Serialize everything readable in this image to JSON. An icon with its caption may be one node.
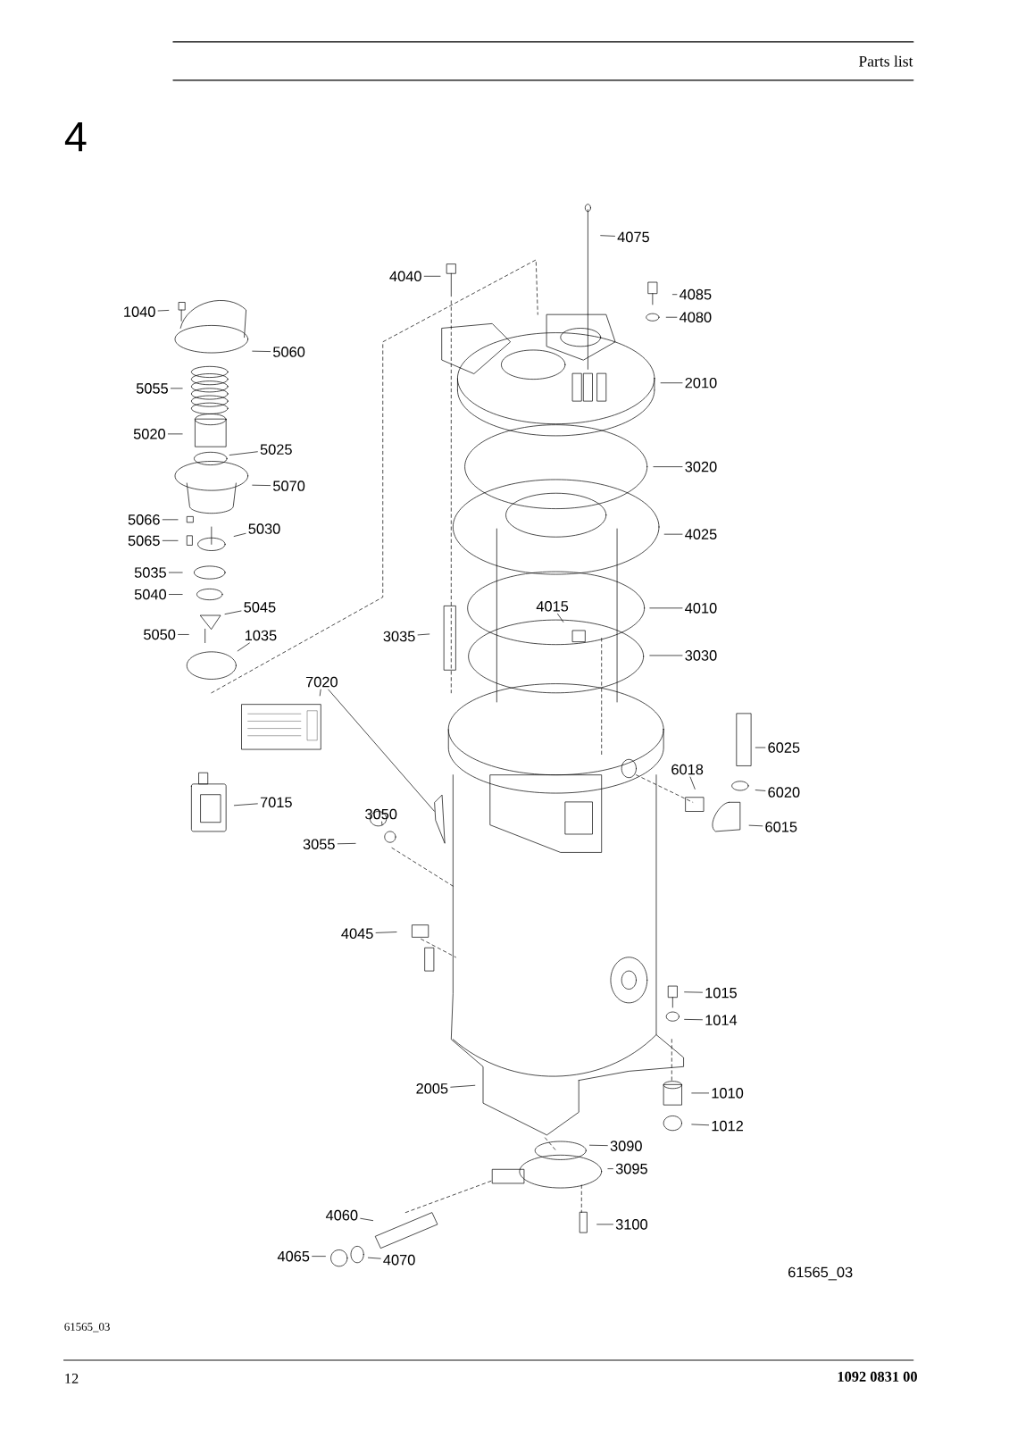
{
  "diagram": {
    "nodes": [
      {
        "text": [
          "4075"
        ]
      },
      {
        "text": [
          "4040"
        ]
      },
      {
        "text": [
          "4085"
        ]
      },
      {
        "text": [
          "1040"
        ]
      },
      {
        "text": [
          "4080"
        ]
      },
      {
        "text": [
          "5060"
        ]
      },
      {
        "text": [
          "2010"
        ]
      },
      {
        "text": [
          "5055"
        ]
      },
      {
        "text": [
          "5020"
        ]
      },
      {
        "text": [
          "5025"
        ]
      },
      {
        "text": [
          "3020"
        ]
      },
      {
        "text": [
          "5070"
        ]
      },
      {
        "text": [
          "5066"
        ]
      },
      {
        "text": [
          "5030"
        ]
      },
      {
        "text": [
          "4025"
        ]
      },
      {
        "text": [
          "5065"
        ]
      },
      {
        "text": [
          "5035"
        ]
      },
      {
        "text": [
          "5040"
        ]
      },
      {
        "text": [
          "4015"
        ]
      },
      {
        "text": [
          "5045"
        ]
      },
      {
        "text": [
          "4010"
        ]
      },
      {
        "text": [
          "5050"
        ]
      },
      {
        "text": [
          "1035"
        ]
      },
      {
        "text": [
          "3035"
        ]
      },
      {
        "text": [
          "3030"
        ]
      },
      {
        "text": [
          "7020"
        ]
      },
      {
        "text": [
          "6025"
        ]
      },
      {
        "text": [
          "6018"
        ]
      },
      {
        "text": [
          "6020"
        ]
      },
      {
        "text": [
          "7015"
        ]
      },
      {
        "text": [
          "3050"
        ]
      },
      {
        "text": [
          "6015"
        ]
      },
      {
        "text": [
          "3055"
        ]
      },
      {
        "text": [
          "4045"
        ]
      },
      {
        "text": [
          "1015"
        ]
      },
      {
        "text": [
          "1014"
        ]
      },
      {
        "text": [
          "2005"
        ]
      },
      {
        "text": [
          "1010"
        ]
      },
      {
        "text": [
          "1012"
        ]
      },
      {
        "text": [
          "3090"
        ]
      },
      {
        "text": [
          "3095"
        ]
      },
      {
        "text": [
          "4060"
        ]
      },
      {
        "text": [
          "3100"
        ]
      },
      {
        "text": [
          "4065"
        ]
      },
      {
        "text": [
          "4070"
        ]
      }
    ],
    "edges": [
      {
        "from": 0,
        "to": null,
        "arrow": "none"
      },
      {
        "from": 1,
        "to": null,
        "arrow": "none"
      },
      {
        "from": 2,
        "to": null,
        "arrow": "none"
      },
      {
        "from": 3,
        "to": null,
        "arrow": "none"
      },
      {
        "from": 4,
        "to": null,
        "arrow": "none"
      },
      {
        "from": 5,
        "to": null,
        "arrow": "none"
      },
      {
        "from": 6,
        "to": null,
        "arrow": "none"
      },
      {
        "from": 7,
        "to": null,
        "arrow": "none"
      },
      {
        "from": 8,
        "to": null,
        "arrow": "none"
      },
      {
        "from": 9,
        "to": null,
        "arrow": "none"
      },
      {
        "from": 10,
        "to": null,
        "arrow": "none"
      },
      {
        "from": 11,
        "to": null,
        "arrow": "none"
      },
      {
        "from": 12,
        "to": null,
        "arrow": "none"
      },
      {
        "from": 13,
        "to": null,
        "arrow": "none"
      },
      {
        "from": 14,
        "to": null,
        "arrow": "none"
      },
      {
        "from": 15,
        "to": null,
        "arrow": "none"
      },
      {
        "from": 16,
        "to": null,
        "arrow": "none"
      },
      {
        "from": 17,
        "to": null,
        "arrow": "none"
      },
      {
        "from": 18,
        "to": null,
        "arrow": "none"
      },
      {
        "from": 19,
        "to": null,
        "arrow": "none"
      },
      {
        "from": 20,
        "to": null,
        "arrow": "none"
      },
      {
        "from": 21,
        "to": null,
        "arrow": "none"
      },
      {
        "from": 22,
        "to": null,
        "arrow": "none"
      },
      {
        "from": 23,
        "to": null,
        "arrow": "none"
      },
      {
        "from": 24,
        "to": null,
        "arrow": "none"
      },
      {
        "from": 25,
        "to": null,
        "arrow": "none"
      },
      {
        "from": 25,
        "to": null,
        "arrow": "none"
      },
      {
        "from": 26,
        "to": null,
        "arrow": "none"
      },
      {
        "from": 27,
        "to": null,
        "arrow": "none"
      },
      {
        "from": 28,
        "to": null,
        "arrow": "none"
      },
      {
        "from": 29,
        "to": null,
        "arrow": "none"
      },
      {
        "from": 30,
        "to": null,
        "arrow": "none"
      },
      {
        "from": 31,
        "to": null,
        "arrow": "none"
      },
      {
        "from": 32,
        "to": null,
        "arrow": "none"
      },
      {
        "from": 33,
        "to": null,
        "arrow": "none"
      },
      {
        "from": 34,
        "to": null,
        "arrow": "none"
      },
      {
        "from": 35,
        "to": null,
        "arrow": "none"
      },
      {
        "from": 36,
        "to": null,
        "arrow": "none"
      },
      {
        "from": 37,
        "to": null,
        "arrow": "none"
      },
      {
        "from": 38,
        "to": null,
        "arrow": "none"
      },
      {
        "from": 39,
        "to": null,
        "arrow": "none"
      },
      {
        "from": 40,
        "to": null,
        "arrow": "none"
      },
      {
        "from": 41,
        "to": null,
        "arrow": "none"
      },
      {
        "from": 42,
        "to": null,
        "arrow": "none"
      },
      {
        "from": 43,
        "to": null,
        "arrow": "none"
      },
      {
        "from": 44,
        "to": null,
        "arrow": "none"
      }
    ],
    "labels": [
      "Parts list",
      "4",
      "61565_03",
      "61565_03",
      "12",
      "1092 0831 00"
    ]
  }
}
